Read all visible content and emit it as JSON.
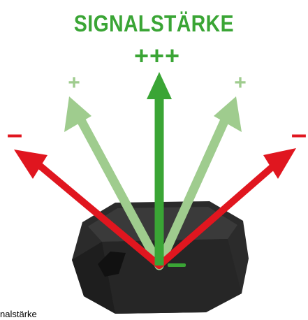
{
  "title": "SIGNALSTÄRKE",
  "signs": {
    "strong": "+++",
    "weak_left": "+",
    "weak_right": "+",
    "negative_left": "–",
    "negative_right": "–"
  },
  "caption": "nalstärke",
  "colors": {
    "strong_green": "#3aa535",
    "weak_green": "#9fcc8e",
    "negative_red": "#e0161f",
    "device_body": "#2b2b2b",
    "device_top": "#3a3a3a",
    "device_led": "#3aa535"
  },
  "icons": {
    "device": "router-device-icon",
    "arrows": "signal-direction-arrows"
  }
}
